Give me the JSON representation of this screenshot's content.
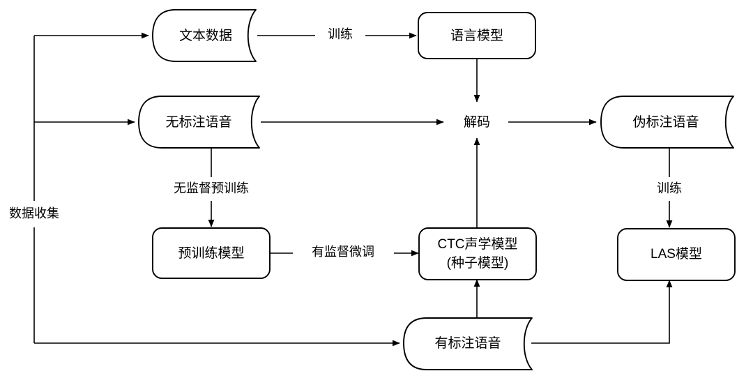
{
  "diagram": {
    "title": "Semi-supervised ASR training pipeline flowchart",
    "colors": {
      "stroke": "#000000",
      "fill": "#ffffff",
      "text": "#000000",
      "background": "#ffffff"
    },
    "nodes": [
      {
        "id": "text-data",
        "label": "文本数据",
        "shape": "tape"
      },
      {
        "id": "language-model",
        "label": "语言模型",
        "shape": "rounded-rect"
      },
      {
        "id": "unlabeled-speech",
        "label": "无标注语音",
        "shape": "tape"
      },
      {
        "id": "decode",
        "label": "解码",
        "shape": "text-only"
      },
      {
        "id": "pseudo-speech",
        "label": "伪标注语音",
        "shape": "tape"
      },
      {
        "id": "pretrained-model",
        "label": "预训练模型",
        "shape": "rounded-rect"
      },
      {
        "id": "ctc-model",
        "label": "CTC声学模型",
        "label2": "(种子模型)",
        "shape": "rounded-rect"
      },
      {
        "id": "las-model",
        "label": "LAS模型",
        "shape": "rounded-rect"
      },
      {
        "id": "labeled-speech",
        "label": "有标注语音",
        "shape": "tape"
      }
    ],
    "edge_labels": [
      {
        "id": "train-lm",
        "label": "训练"
      },
      {
        "id": "unsup-pretrain",
        "label": "无监督预训练"
      },
      {
        "id": "sup-finetune",
        "label": "有监督微调"
      },
      {
        "id": "train-las",
        "label": "训练"
      },
      {
        "id": "data-collection",
        "label": "数据收集"
      }
    ]
  }
}
